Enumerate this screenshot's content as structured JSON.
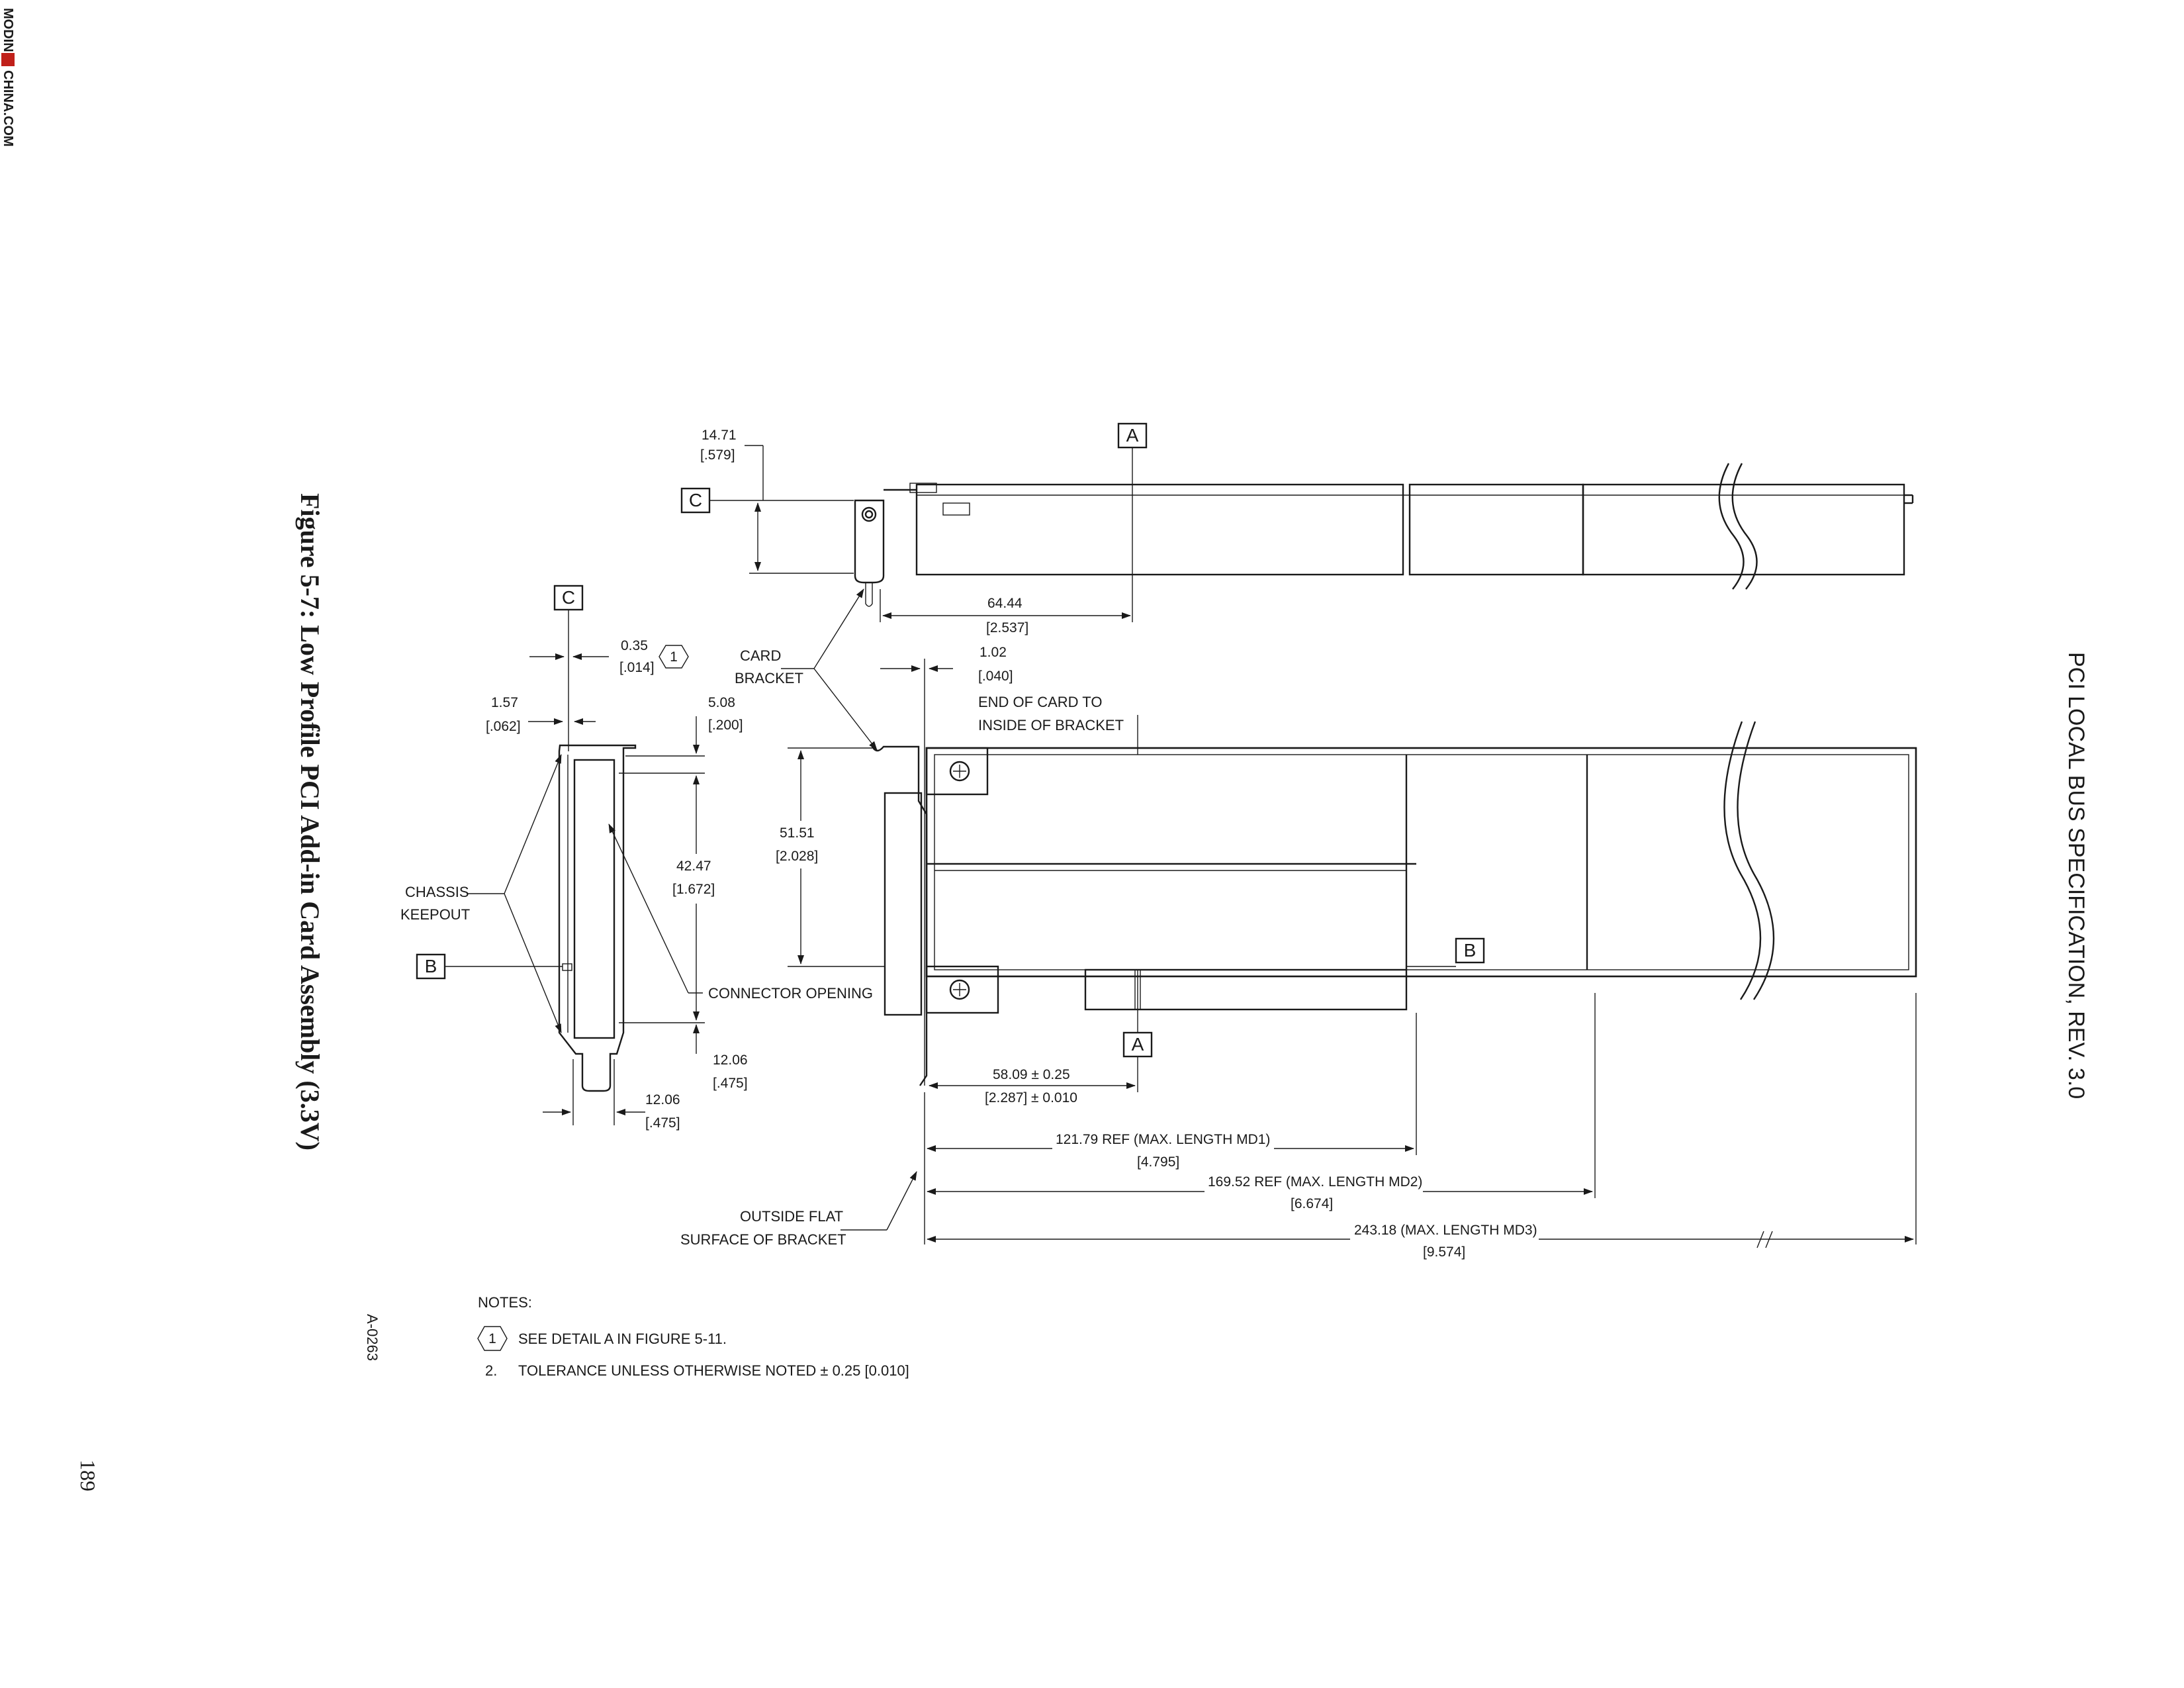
{
  "header": {
    "spec_title": "PCI LOCAL BUS SPECIFICATION, REV. 3.0"
  },
  "figure": {
    "caption": "Figure 5-7:  Low Profile PCI Add-in Card Assembly (3.3V)",
    "drawing_id": "A-0263",
    "page_number": "189"
  },
  "watermark": {
    "left": "MODIN",
    "right": "CHINA.COM"
  },
  "datums": {
    "a": "A",
    "b": "B",
    "c": "C"
  },
  "dimensions": {
    "d14_71": "14.71",
    "d14_71_in": "[.579]",
    "d64_44": "64.44",
    "d64_44_in": "[2.537]",
    "d0_35": "0.35",
    "d0_35_in": "[.014]",
    "d1_57": "1.57",
    "d1_57_in": "[.062]",
    "d5_08": "5.08",
    "d5_08_in": "[.200]",
    "d42_47": "42.47",
    "d42_47_in": "[1.672]",
    "d12_06a": "12.06",
    "d12_06a_in": "[.475]",
    "d12_06b": "12.06",
    "d12_06b_in": "[.475]",
    "d1_02": "1.02",
    "d1_02_in": "[.040]",
    "d51_51": "51.51",
    "d51_51_in": "[2.028]",
    "d58_09": "58.09 ± 0.25",
    "d58_09_in": "[2.287] ± 0.010",
    "d121_79": "121.79  REF (MAX. LENGTH MD1)",
    "d121_79_in": "[4.795]",
    "d169_52": "169.52  REF (MAX. LENGTH MD2)",
    "d169_52_in": "[6.674]",
    "d243_18": "243.18 (MAX. LENGTH MD3)",
    "d243_18_in": "[9.574]"
  },
  "callouts": {
    "card": "CARD",
    "bracket": "BRACKET",
    "end_of_card": "END OF CARD TO",
    "inside_bracket": "INSIDE OF BRACKET",
    "chassis": "CHASSIS",
    "keepout": "KEEPOUT",
    "connector_opening": "CONNECTOR OPENING",
    "outside_flat": "OUTSIDE FLAT",
    "surface_bracket": "SURFACE OF BRACKET",
    "detail_flag": "1"
  },
  "notes": {
    "title": "NOTES:",
    "n1_flag": "1",
    "n1": "SEE DETAIL A IN FIGURE 5-11.",
    "n2_num": "2.",
    "n2": "TOLERANCE UNLESS OTHERWISE NOTED ± 0.25 [0.010]"
  }
}
